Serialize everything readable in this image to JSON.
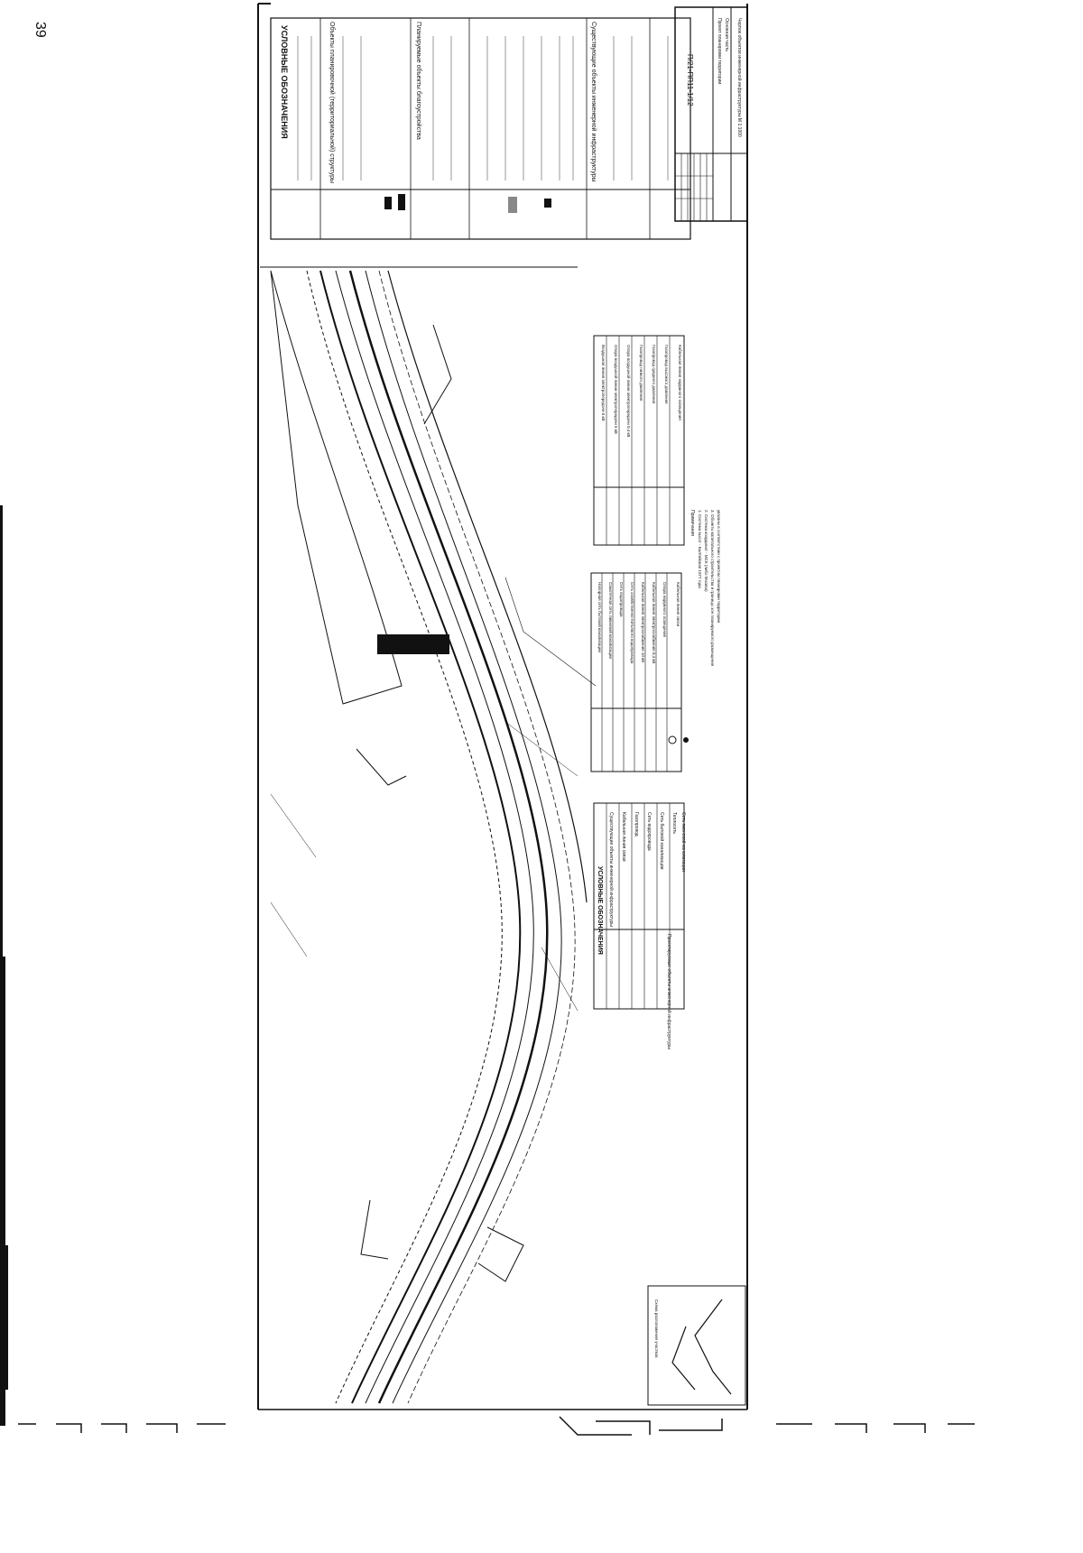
{
  "page_number": "39",
  "drawing_code": "П/21-ПП11-1/12",
  "legend_main": {
    "title": "УСЛОВНЫЕ ОБОЗНАЧЕНИЯ",
    "section_1": "Объекты планировочной (территориальной) структуры",
    "section_2": "Планируемые объекты благоустройства",
    "section_3": "Существующие объекты инженерной инфраструктуры"
  },
  "legend_table_1": {
    "title": "УСЛОВНЫЕ ОБОЗНАЧЕНИЯ",
    "heading": "Существующие объекты инженерной инфраструктуры",
    "rows": [
      "Кабельная линия связи",
      "Газопровод",
      "Сеть водопровода",
      "Сеть бытовой канализации",
      "Теплосеть",
      "Сеть ливневой канализации"
    ],
    "heading_2": "Проектируемые объекты инженерной инфраструктуры"
  },
  "legend_table_2": {
    "rows": [
      "Напорная сеть бытовой канализации",
      "Самотечная сеть ливневой канализации",
      "Сеть водопровода",
      "Сеть хозяйственно-питьевого водопровода",
      "Кабельная линия электроснабжения 10 кВ",
      "Кабельная линия электроснабжения 0,4 кВ",
      "Опора наружного освещения",
      "Кабельная линия связи"
    ]
  },
  "legend_table_3": {
    "rows": [
      "Воздушная линия электропередачи 6 кВ",
      "Опора воздушной линии электропередачи 6 кВ",
      "Опора воздушной линии электропередачи 0,4 кВ",
      "Газопровод низкого давления",
      "Газопровод среднего давления",
      "Газопровод высокого давления",
      "Кабельная линия наружного освещения"
    ]
  },
  "notes": {
    "title": "Примечания",
    "lines": [
      "1. Система высот - Балтийская 1977 года",
      "2. Система координат - МСК (либо Москва)",
      "3. Объекты капитального строительства и границы зон планируемого размещения",
      "   указаны в соответствии с проектом планировки территории"
    ]
  },
  "inset": {
    "title": "Схема расположения участков"
  },
  "title_block": {
    "lines": [
      "Проект планировки территории",
      "Основная часть",
      "Чертеж объектов инженерной инфраструктуры М 1:1000"
    ]
  }
}
